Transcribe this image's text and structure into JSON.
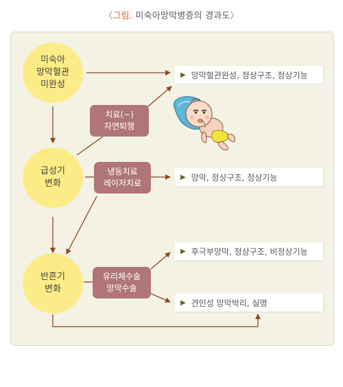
{
  "title": {
    "open_bracket": "〈",
    "label_accent": "그림.",
    "caption": "미숙아망막병증의 경과도",
    "close_bracket": "〉"
  },
  "stages": {
    "premature": {
      "line1": "미숙아",
      "line2": "망막혈관",
      "line3": "미완성"
    },
    "acute": {
      "line1": "급성기",
      "line2": "변화"
    },
    "cicatricial": {
      "line1": "반흔기",
      "line2": "변화"
    }
  },
  "treatments": {
    "none": {
      "line1": "치료(−)",
      "line2": "자연퇴행"
    },
    "laser": {
      "line1": "냉동치료",
      "line2": "레이저치료"
    },
    "surgery": {
      "line1": "유리체수술",
      "line2": "망막수술"
    }
  },
  "outcomes": {
    "complete": "망막혈관완성, 정상구조, 정상기능",
    "normal": "망막, 정상구조, 정상기능",
    "posterior": "후극부망막, 정상구조, 비정상기능",
    "detachment": "견인성 망막박리, 실명"
  },
  "colors": {
    "circle_fill": "#fcec87",
    "pill_fill": "#b07577",
    "panel_bg": "#f4f1e5",
    "arrow": "#8a4a1e",
    "title_accent": "#e0642c",
    "bullet": "#5a6a1e"
  },
  "icons": {
    "bullet": "triangle-right-icon",
    "illustration": "baby-illustration"
  }
}
